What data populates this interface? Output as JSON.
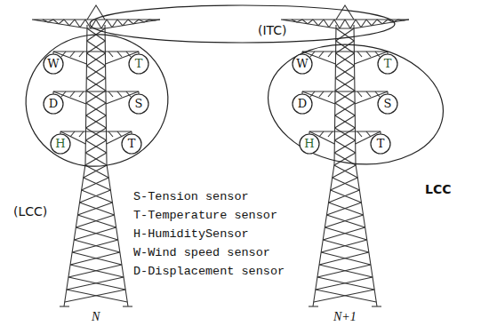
{
  "diagram": {
    "nodes": [
      {
        "text": [
          "(ITC)"
        ]
      },
      {
        "text": [
          "(LCC)"
        ]
      },
      {
        "text": [
          "W"
        ],
        "in": 1
      },
      {
        "text": [
          "T"
        ],
        "in": 1
      },
      {
        "text": [
          "D"
        ],
        "in": 1
      },
      {
        "text": [
          "S"
        ],
        "in": 1
      },
      {
        "text": [
          "H"
        ],
        "in": 1
      },
      {
        "text": [
          "T"
        ],
        "in": 1
      },
      {
        "text": [
          "LCC"
        ]
      },
      {
        "text": [
          "W"
        ],
        "in": 8
      },
      {
        "text": [
          "T"
        ],
        "in": 8
      },
      {
        "text": [
          "D"
        ],
        "in": 8
      },
      {
        "text": [
          "S"
        ],
        "in": 8
      },
      {
        "text": [
          "H"
        ],
        "in": 8
      },
      {
        "text": [
          "T"
        ],
        "in": 8
      }
    ],
    "labels": [
      "S-Tension sensor",
      "T-Temperature sensor",
      "H-HumiditySensor",
      "W-Wind speed sensor",
      "D-Displacement sensor",
      "N",
      "N+1"
    ]
  }
}
